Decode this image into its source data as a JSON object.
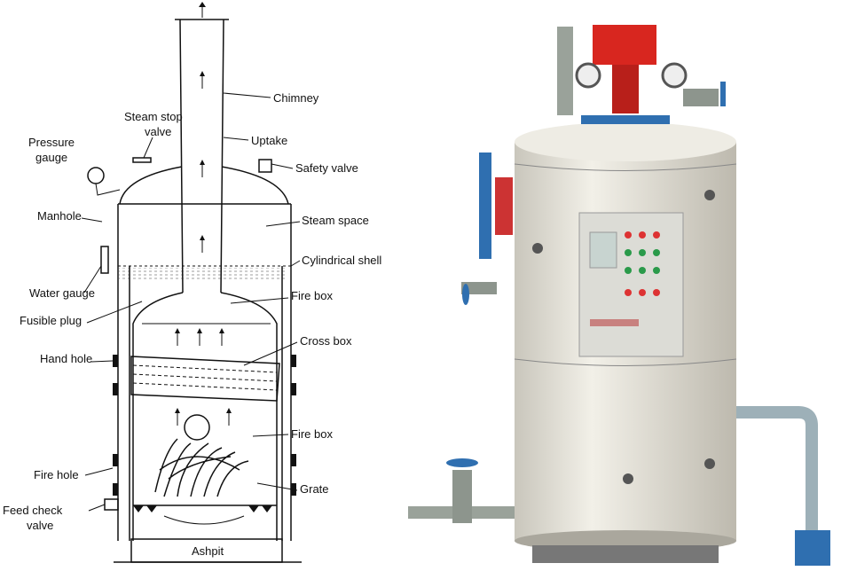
{
  "labels": {
    "chimney": "Chimney",
    "steam_stop_valve_1": "Steam stop",
    "steam_stop_valve_2": "valve",
    "uptake": "Uptake",
    "pressure_gauge_1": "Pressure",
    "pressure_gauge_2": "gauge",
    "safety_valve": "Safety valve",
    "manhole": "Manhole",
    "steam_space": "Steam space",
    "cylindrical_shell": "Cylindrical shell",
    "water_gauge": "Water gauge",
    "fire_box_upper": "Fire box",
    "fusible_plug": "Fusible plug",
    "cross_box": "Cross box",
    "hand_hole": "Hand hole",
    "fire_box_lower": "Fire box",
    "fire_hole": "Fire hole",
    "grate": "Grate",
    "feed_check_valve_1": "Feed check",
    "feed_check_valve_2": "valve",
    "ashpit": "Ashpit"
  },
  "colors": {
    "boiler_body": "#e9e6dc",
    "control_box": "#d8261f",
    "pipe": "#2f6fb0",
    "panel": "#dcdcd6"
  }
}
